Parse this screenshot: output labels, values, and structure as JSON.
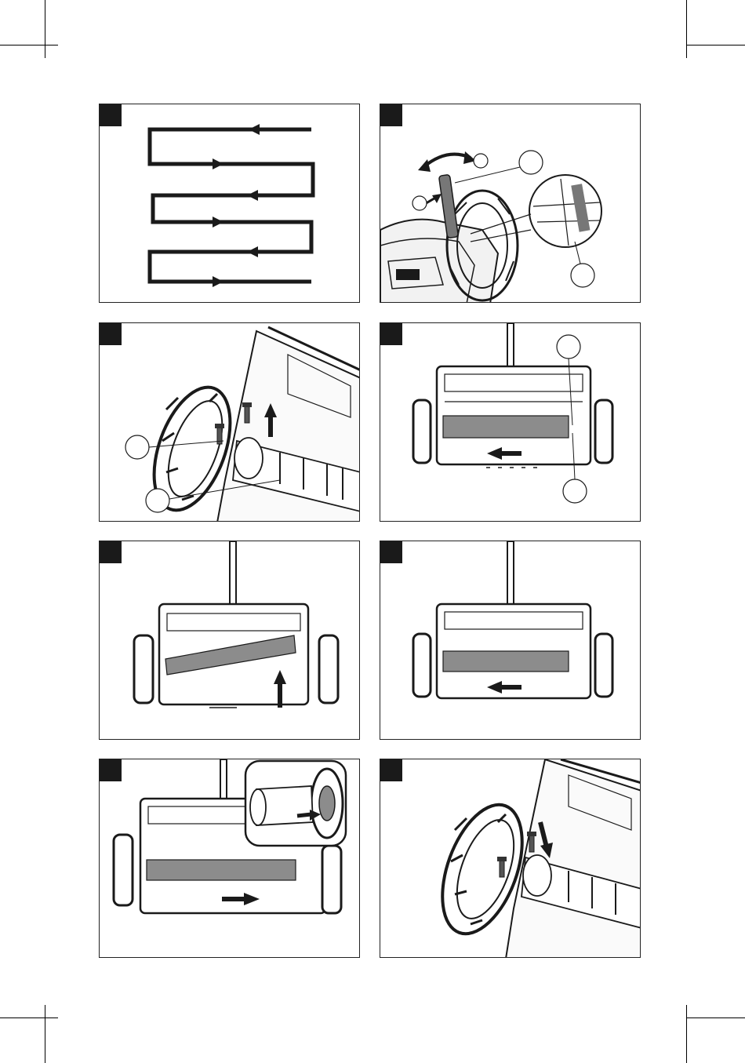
{
  "page": {
    "title": "",
    "figures": [
      {
        "id": "fig-1",
        "number_label": "",
        "content": "mowing-pattern"
      },
      {
        "id": "fig-2",
        "number_label": "",
        "content": "height-adjustment-lever",
        "callouts": [
          "",
          "",
          "",
          ""
        ]
      },
      {
        "id": "fig-3",
        "number_label": "",
        "content": "remove-screws-side-view",
        "callouts": [
          "",
          ""
        ]
      },
      {
        "id": "fig-4",
        "number_label": "",
        "content": "slide-roller-left",
        "callouts": [
          "",
          ""
        ]
      },
      {
        "id": "fig-5",
        "number_label": "",
        "content": "lift-roller-right-end"
      },
      {
        "id": "fig-6",
        "number_label": "",
        "content": "slide-roller-left-again"
      },
      {
        "id": "fig-7",
        "number_label": "",
        "content": "insert-roller-right-with-detail"
      },
      {
        "id": "fig-8",
        "number_label": "",
        "content": "reinstall-screw-side-view"
      }
    ]
  },
  "colors": {
    "line": "#1a1a1a",
    "part_fill": "#8c8c8c",
    "panel_border": "#222222"
  }
}
